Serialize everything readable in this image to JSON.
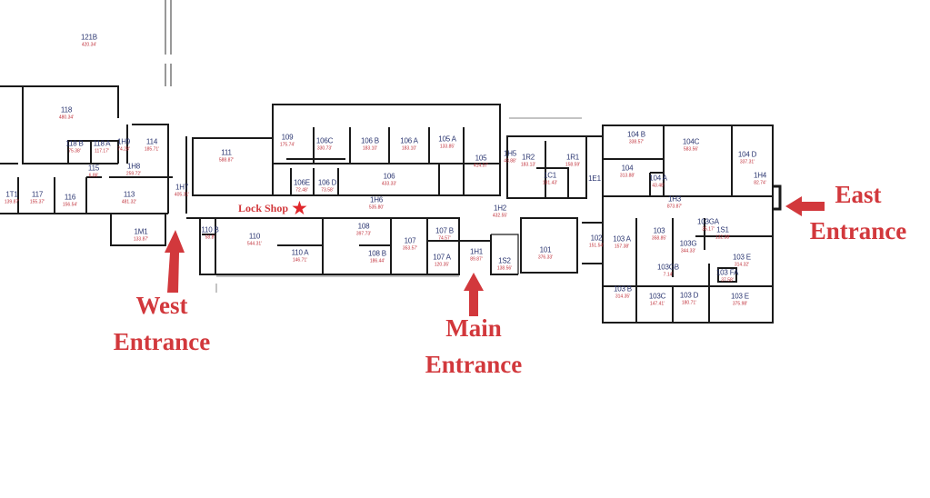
{
  "map": {
    "colors": {
      "wall": "#1a1a1a",
      "room_number": "#2a3570",
      "area": "#c0303a",
      "callout": "#d2383c"
    },
    "rooms": [
      {
        "number": "121B",
        "area": "420.34'"
      },
      {
        "number": "118",
        "area": "480.34'"
      },
      {
        "number": "118 B",
        "area": "75.38'"
      },
      {
        "number": "118 A",
        "area": "117.17'"
      },
      {
        "number": "1H9",
        "area": "74.28'"
      },
      {
        "number": "114",
        "area": "185.71'"
      },
      {
        "number": "1H8",
        "area": "259.72'"
      },
      {
        "number": "115",
        "area": "6.86'"
      },
      {
        "number": "1T1",
        "area": "139.87'"
      },
      {
        "number": "117",
        "area": "155.37'"
      },
      {
        "number": "116",
        "area": "156.54'"
      },
      {
        "number": "113",
        "area": "481.32'"
      },
      {
        "number": "1H7",
        "area": "405.31'"
      },
      {
        "number": "1M1",
        "area": "133.87'"
      },
      {
        "number": "110 B",
        "area": "58.8'"
      },
      {
        "number": "110",
        "area": "544.31'"
      },
      {
        "number": "111",
        "area": "588.87'"
      },
      {
        "number": "109",
        "area": "175.74'"
      },
      {
        "number": "106C",
        "area": "330.73'"
      },
      {
        "number": "106 B",
        "area": "183.10'"
      },
      {
        "number": "106 A",
        "area": "183.10'"
      },
      {
        "number": "105 A",
        "area": "133.85'"
      },
      {
        "number": "105",
        "area": "414.57'"
      },
      {
        "number": "1H5",
        "area": "43.88'"
      },
      {
        "number": "1R2",
        "area": "183.13'"
      },
      {
        "number": "1R1",
        "area": "158.59'"
      },
      {
        "number": "1C1",
        "area": "181.43'"
      },
      {
        "number": "1E1",
        "area": ""
      },
      {
        "number": "106E",
        "area": "72.48'"
      },
      {
        "number": "106 D",
        "area": "73.58'"
      },
      {
        "number": "106",
        "area": "433.33'"
      },
      {
        "number": "1H6",
        "area": "535.80'"
      },
      {
        "number": "108",
        "area": "397.73'"
      },
      {
        "number": "110 A",
        "area": "146.71'"
      },
      {
        "number": "108 B",
        "area": "186.44'"
      },
      {
        "number": "107",
        "area": "353.57'"
      },
      {
        "number": "107 B",
        "area": "74.57'"
      },
      {
        "number": "107 A",
        "area": "120.35'"
      },
      {
        "number": "1H1",
        "area": "89.87'"
      },
      {
        "number": "1H2",
        "area": "432.55'"
      },
      {
        "number": "1S2",
        "area": "138.56'"
      },
      {
        "number": "101",
        "area": "376.33'"
      },
      {
        "number": "102",
        "area": "151.54'"
      },
      {
        "number": "103 A",
        "area": "157.38'"
      },
      {
        "number": "103",
        "area": "358.85'"
      },
      {
        "number": "103G",
        "area": "344.33'"
      },
      {
        "number": "103GA",
        "area": "35.17'"
      },
      {
        "number": "1S1",
        "area": "132.38'"
      },
      {
        "number": "103GB",
        "area": "7.14'"
      },
      {
        "number": "103 E",
        "area": "314.32'"
      },
      {
        "number": "103 FA",
        "area": "37.58'"
      },
      {
        "number": "103 B",
        "area": "314.35'"
      },
      {
        "number": "103C",
        "area": "147.41'"
      },
      {
        "number": "103 D",
        "area": "180.71'"
      },
      {
        "number": "103 E",
        "area": "375.98'"
      },
      {
        "number": "104 B",
        "area": "338.57'"
      },
      {
        "number": "104C",
        "area": "583.56'"
      },
      {
        "number": "104 D",
        "area": "337.31'"
      },
      {
        "number": "104",
        "area": "313.88'"
      },
      {
        "number": "104 A",
        "area": "43.48'"
      },
      {
        "number": "1H3",
        "area": "873.87'"
      },
      {
        "number": "1H4",
        "area": "82.74'"
      }
    ],
    "annotations": {
      "lock_shop": "Lock Shop",
      "west_entrance": [
        "West",
        "Entrance"
      ],
      "main_entrance": [
        "Main",
        "Entrance"
      ],
      "east_entrance": [
        "East",
        "Entrance"
      ]
    }
  }
}
